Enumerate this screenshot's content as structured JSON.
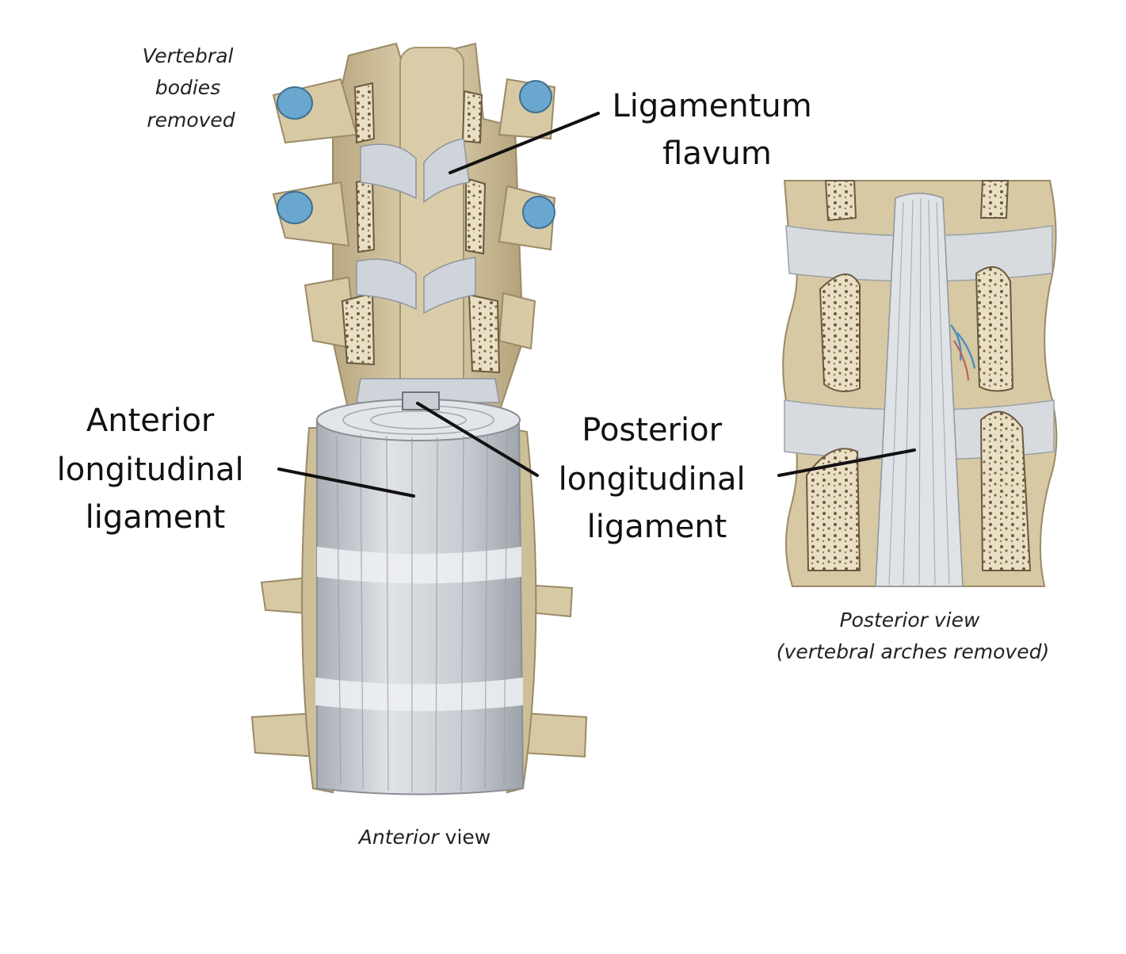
{
  "labels": {
    "vertebral_bodies_removed": [
      "Vertebral",
      "bodies",
      "removed"
    ],
    "ligamentum_flavum": [
      "Ligamentum",
      "flavum"
    ],
    "anterior_longitudinal_ligament": [
      "Anterior",
      "longitudinal",
      "ligament"
    ],
    "posterior_longitudinal_ligament": [
      "Posterior",
      "longitudinal",
      "ligament"
    ]
  },
  "captions": {
    "anterior_view": {
      "italic": "Anterior",
      "rest": " view"
    },
    "posterior_view": [
      "Posterior view",
      "(vertebral arches removed)"
    ]
  },
  "colors": {
    "bone": "#d8cba6",
    "bone_dark": "#b3a27b",
    "ligament": "#c6cbd2",
    "ligament_light": "#e4e7eb",
    "cartilage_blue": "#6aa7cf",
    "leader": "#111111"
  }
}
